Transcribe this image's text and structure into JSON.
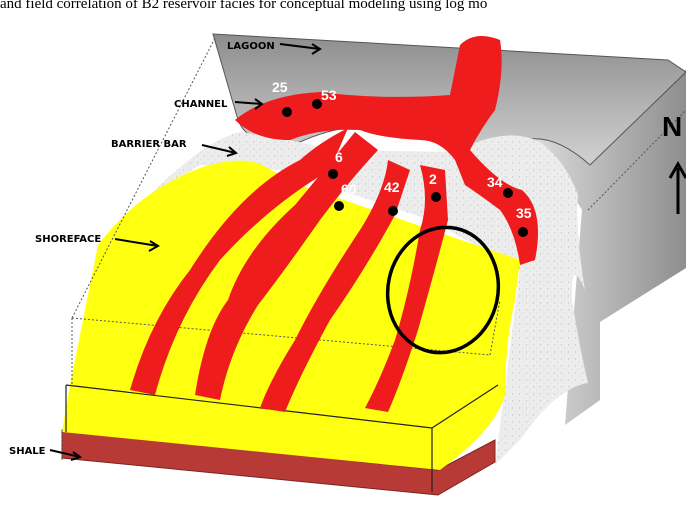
{
  "caption": "and field correlation of B2 reservoir facies for conceptual modeling using log mo",
  "labels": {
    "lagoon": "LAGOON",
    "channel": "CHANNEL",
    "barrier_bar": "BARRIER BAR",
    "shoreface": "SHOREFACE",
    "shale": "SHALE",
    "north": "N"
  },
  "wells": [
    "25",
    "53",
    "6",
    "60",
    "42",
    "2",
    "34",
    "35"
  ],
  "colors": {
    "lagoon": "#a8a8a8",
    "channel": "#ee1c1c",
    "barrier_bar": "#e9e9e9",
    "shoreface": "#ffff00",
    "shale": "#b83a36",
    "wells": "#000000"
  }
}
